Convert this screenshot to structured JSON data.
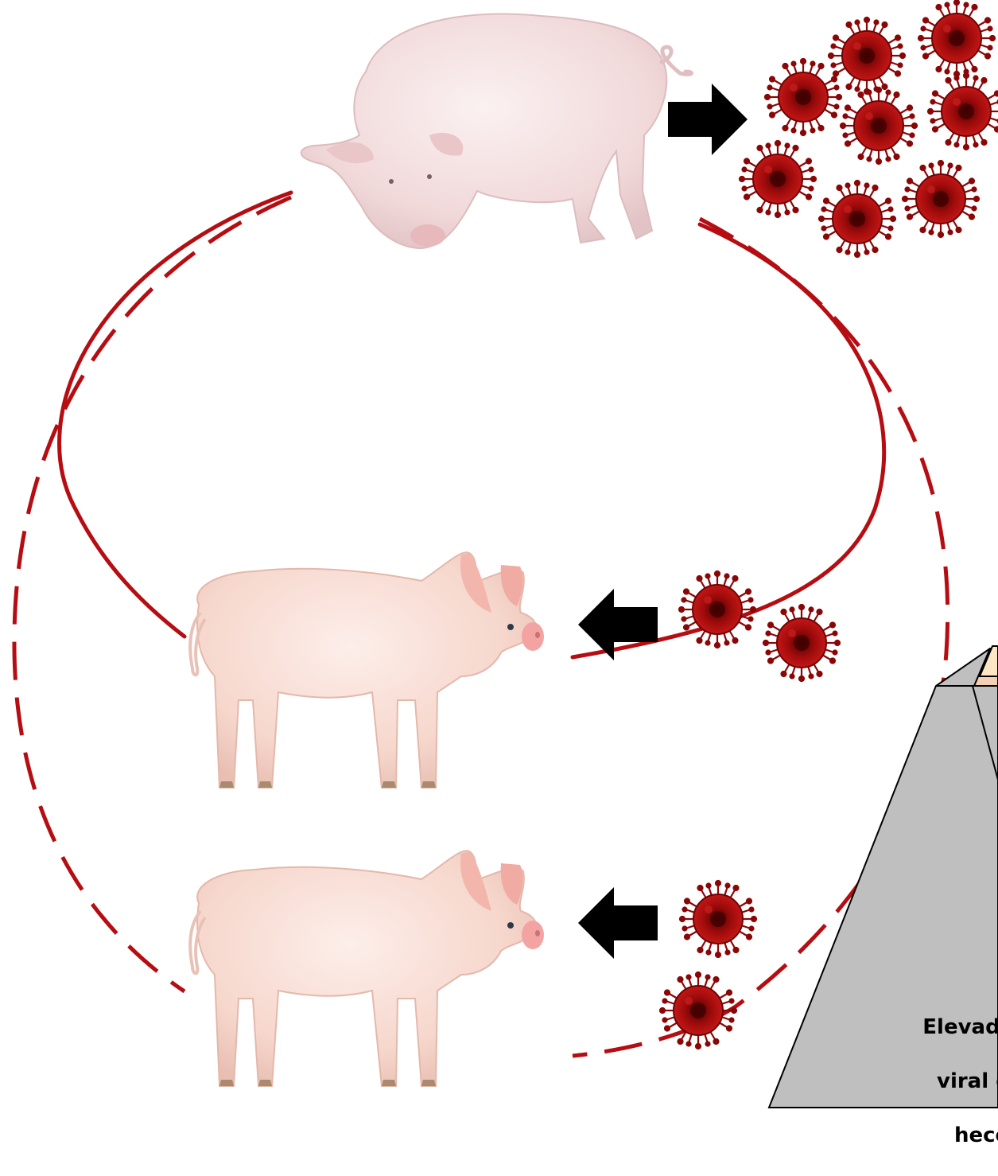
{
  "caption": {
    "line1": "Elevada c",
    "line2": "viral en",
    "line3": "hece"
  },
  "colors": {
    "cycle": "#b50d12",
    "virus": "#a10a10",
    "arrow": "#000000",
    "pyramid": "#bfbfbf",
    "pyramid_top": "#fde6c4",
    "pyramid_band": "#f5cfb1",
    "pig_top": "#f3dcdc",
    "pig_side": "#f8dccf"
  },
  "icons": {
    "pig": "pig-icon",
    "virus": "virus-particle-icon",
    "arrow": "black-arrow-icon"
  }
}
